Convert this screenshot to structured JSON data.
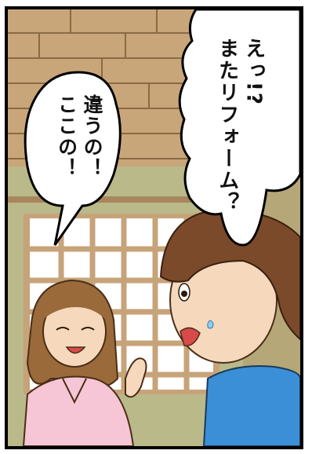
{
  "panel": {
    "bubble_right": {
      "lines": [
        "えっ!?",
        "またリフォーム？"
      ]
    },
    "bubble_left": {
      "lines": [
        "違うの！",
        "ここの！"
      ]
    }
  },
  "colors": {
    "ceiling_wood": "#c9a679",
    "wall_green": "#b9b98a",
    "shoji_frame": "#c7a37a",
    "shoji_paper": "#ffffff",
    "man_shirt": "#3b8fd6",
    "man_hair": "#7b4a2a",
    "woman_shirt": "#f6c6d6",
    "woman_hair": "#9a6a3a",
    "skin": "#f6d9bd"
  }
}
